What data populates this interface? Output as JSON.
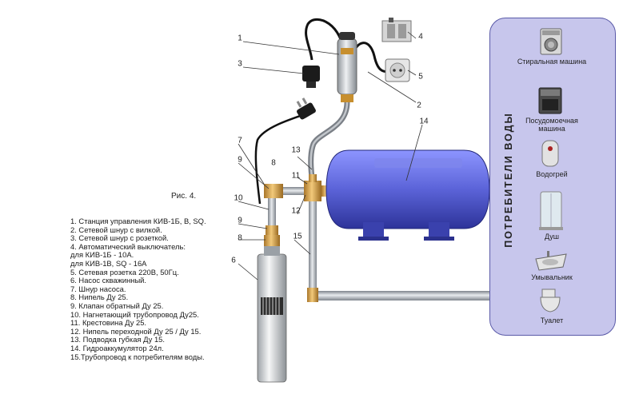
{
  "figure": {
    "title": "Рис. 4.",
    "legend": [
      "1. Станция управления КИВ-1Б, В, SQ.",
      "2. Сетевой шнур с вилкой.",
      "3. Сетевой шнур с розеткой.",
      "4. Автоматический выключатель:",
      "для КИВ-1Б - 10А.",
      "для КИВ-1В, SQ - 16А",
      "5. Сетевая розетка 220В, 50Гц.",
      "6. Насос скважинный.",
      "7. Шнур насоса.",
      "8. Нипель Ду 25.",
      "9. Клапан обратный Ду 25.",
      "10. Нагнетающий трубопровод Ду25.",
      "11. Крестовина  Ду 25.",
      "12. Нипель переходной Ду 25 / Ду 15.",
      "13. Подводка губкая Ду 15.",
      "14. Гидроаккумулятор 24л.",
      "15.Трубопровод к потребителям воды."
    ]
  },
  "callouts": [
    "1",
    "2",
    "3",
    "4",
    "5",
    "6",
    "7",
    "8",
    "9",
    "10",
    "11",
    "12",
    "13",
    "14",
    "15",
    "9",
    "8"
  ],
  "consumers_panel": {
    "title": "ПОТРЕБИТЕЛИ ВОДЫ",
    "items": [
      {
        "label": "Стиральная машина",
        "icon": "washing-machine-icon"
      },
      {
        "label": "Посудомоечная машина",
        "icon": "dishwasher-icon"
      },
      {
        "label": "Водогрей",
        "icon": "water-heater-icon"
      },
      {
        "label": "Душ",
        "icon": "shower-icon"
      },
      {
        "label": "Умывальник",
        "icon": "sink-icon"
      },
      {
        "label": "Туалет",
        "icon": "toilet-icon"
      }
    ]
  },
  "colors": {
    "tank": "#5b63d8",
    "panel": "#c7c6ec",
    "pipe": "#a9afb6",
    "fitting": "#d9a441"
  }
}
